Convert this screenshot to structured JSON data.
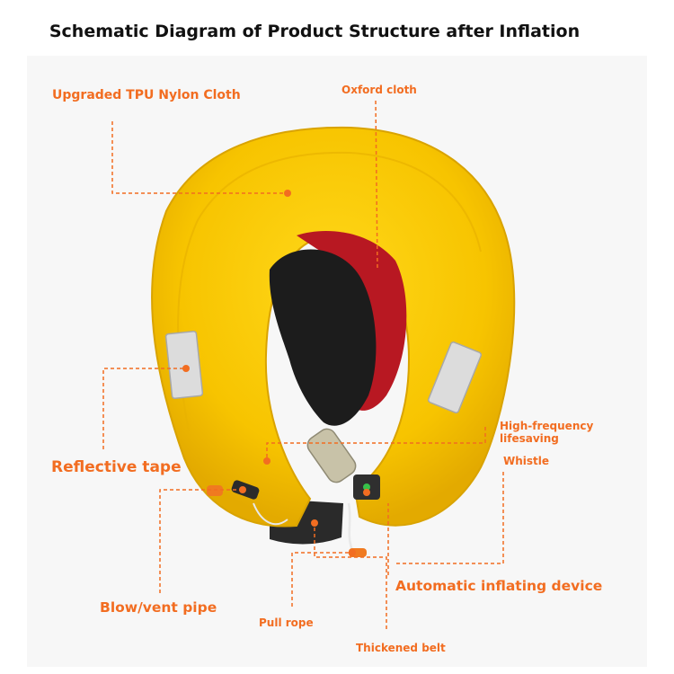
{
  "title": "Schematic Diagram of Product Structure after Inflation",
  "callouts": {
    "tpu": "Upgraded TPU Nylon Cloth",
    "oxford": "Oxford cloth",
    "reflective": "Reflective tape",
    "high_frequency_line1": "High-frequency",
    "high_frequency_line2": "lifesaving",
    "whistle": "Whistle",
    "blow_vent": "Blow/vent pipe",
    "pull_rope": "Pull rope",
    "automatic": "Automatic inflating device",
    "belt": "Thickened belt"
  },
  "colors": {
    "accent": "#f26d21",
    "bladder": "#f7c400",
    "bladder_shadow": "#e0a800",
    "lining": "#1c1c1c",
    "red_panel": "#b81822",
    "reflective": "#dcdcdc"
  }
}
